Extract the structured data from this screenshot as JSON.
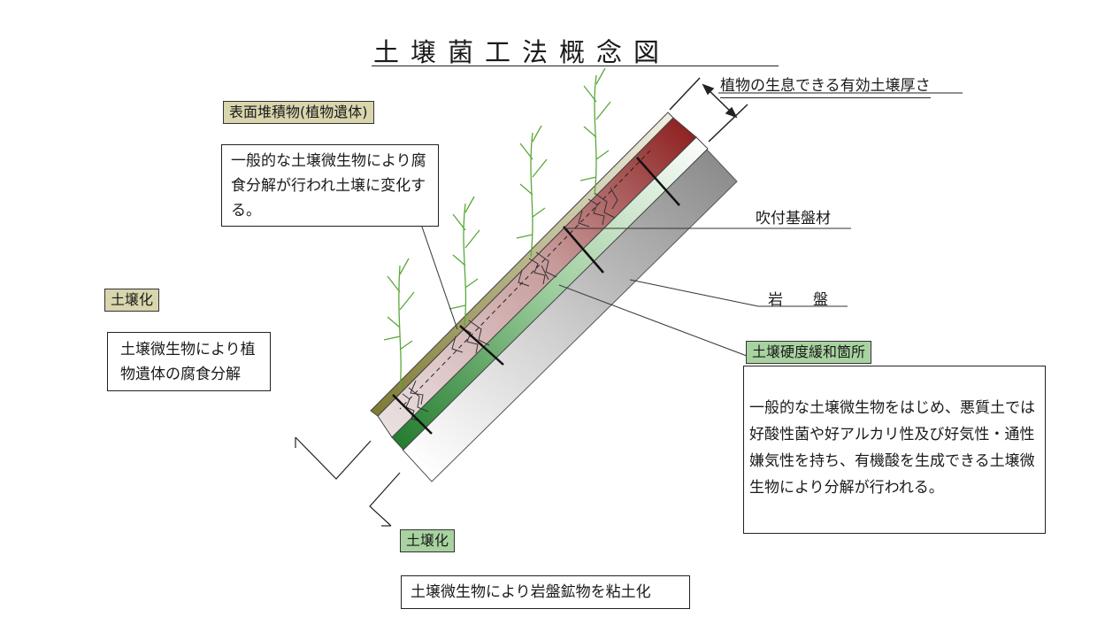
{
  "title": "土壌菌工法概念図",
  "labels": {
    "effective_thickness": "植物の生息できる有効土壌厚さ",
    "spray_base": "吹付基盤材",
    "bedrock": "岩　　盤"
  },
  "tags": {
    "surface_deposit": "表面堆積物(植物遺体)",
    "soilification_left": "土壌化",
    "hardness_relief": "土壌硬度緩和箇所",
    "soilification_bottom": "土壌化"
  },
  "boxes": {
    "general_decomposition": "一般的な土壌微生物により腐食分解が行われ土壌に変化する。",
    "plant_remains": "土壌微生物により植物遺体の腐食分解",
    "acid_microbes": "一般的な土壌微生物をはじめ、悪質土では好酸性菌や好アルカリ性及び好気性・通性嫌気性を持ち、有機酸を生成できる土壌微生物により分解が行われる。",
    "bedrock_minerals": "土壌微生物により岩盤鉱物を粘土化"
  },
  "colors": {
    "surface_layer": "#8a8a3a",
    "spray_top": "#8b1a1a",
    "spray_bottom": "#e8d8d8",
    "green_layer": "#1f7a2a",
    "bedrock_dark": "#8c8c8c",
    "plant": "#5aa83a",
    "tag_tan": "#d9d5ad",
    "tag_green": "#a8d3a1"
  }
}
